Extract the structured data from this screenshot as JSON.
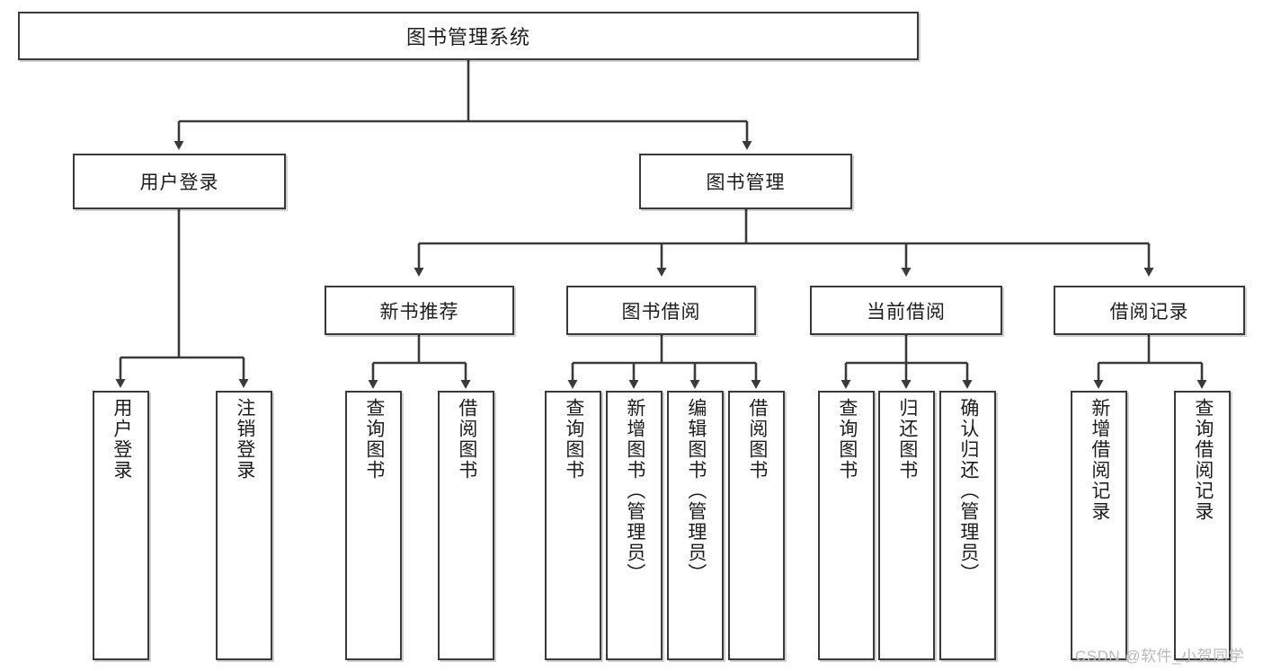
{
  "diagram": {
    "type": "tree-hierarchy",
    "title": "图书管理系统",
    "watermark": "CSDN @软件_小贺同学",
    "colors": {
      "box_border": "#3a3a3a",
      "box_fill": "#ffffff",
      "connector": "#3a3a3a",
      "text": "#1d1d1d",
      "watermark": "#b9b9b9"
    },
    "nodes": {
      "root": {
        "label": "图书管理系统"
      },
      "level2": [
        {
          "id": "user-login",
          "label": "用户登录"
        },
        {
          "id": "book-manage",
          "label": "图书管理"
        }
      ],
      "level3": [
        {
          "id": "new-book-recommend",
          "label": "新书推荐"
        },
        {
          "id": "book-borrow",
          "label": "图书借阅"
        },
        {
          "id": "current-borrow",
          "label": "当前借阅"
        },
        {
          "id": "borrow-record",
          "label": "借阅记录"
        }
      ],
      "leaves": {
        "user-login": [
          {
            "id": "leaf-user-login",
            "label": "用户登录"
          },
          {
            "id": "leaf-logout",
            "label": "注销登录"
          }
        ],
        "new-book-recommend": [
          {
            "id": "leaf-query-book-1",
            "label": "查询图书"
          },
          {
            "id": "leaf-borrow-book-1",
            "label": "借阅图书"
          }
        ],
        "book-borrow": [
          {
            "id": "leaf-query-book-2",
            "label": "查询图书"
          },
          {
            "id": "leaf-add-book",
            "label": "新增图书（管理员）"
          },
          {
            "id": "leaf-edit-book",
            "label": "编辑图书（管理员）"
          },
          {
            "id": "leaf-borrow-book-2",
            "label": "借阅图书"
          }
        ],
        "current-borrow": [
          {
            "id": "leaf-query-book-3",
            "label": "查询图书"
          },
          {
            "id": "leaf-return-book",
            "label": "归还图书"
          },
          {
            "id": "leaf-confirm-return",
            "label": "确认归还（管理员）"
          }
        ],
        "borrow-record": [
          {
            "id": "leaf-add-record",
            "label": "新增借阅记录"
          },
          {
            "id": "leaf-query-record",
            "label": "查询借阅记录"
          }
        ]
      }
    },
    "edges": [
      {
        "from": "root",
        "to": "user-login"
      },
      {
        "from": "root",
        "to": "book-manage"
      },
      {
        "from": "book-manage",
        "to": "new-book-recommend"
      },
      {
        "from": "book-manage",
        "to": "book-borrow"
      },
      {
        "from": "book-manage",
        "to": "current-borrow"
      },
      {
        "from": "book-manage",
        "to": "borrow-record"
      },
      {
        "from": "user-login",
        "to": "leaf-user-login"
      },
      {
        "from": "user-login",
        "to": "leaf-logout"
      },
      {
        "from": "new-book-recommend",
        "to": "leaf-query-book-1"
      },
      {
        "from": "new-book-recommend",
        "to": "leaf-borrow-book-1"
      },
      {
        "from": "book-borrow",
        "to": "leaf-query-book-2"
      },
      {
        "from": "book-borrow",
        "to": "leaf-add-book"
      },
      {
        "from": "book-borrow",
        "to": "leaf-edit-book"
      },
      {
        "from": "book-borrow",
        "to": "leaf-borrow-book-2"
      },
      {
        "from": "current-borrow",
        "to": "leaf-query-book-3"
      },
      {
        "from": "current-borrow",
        "to": "leaf-return-book"
      },
      {
        "from": "current-borrow",
        "to": "leaf-confirm-return"
      },
      {
        "from": "borrow-record",
        "to": "leaf-add-record"
      },
      {
        "from": "borrow-record",
        "to": "leaf-query-record"
      }
    ]
  }
}
